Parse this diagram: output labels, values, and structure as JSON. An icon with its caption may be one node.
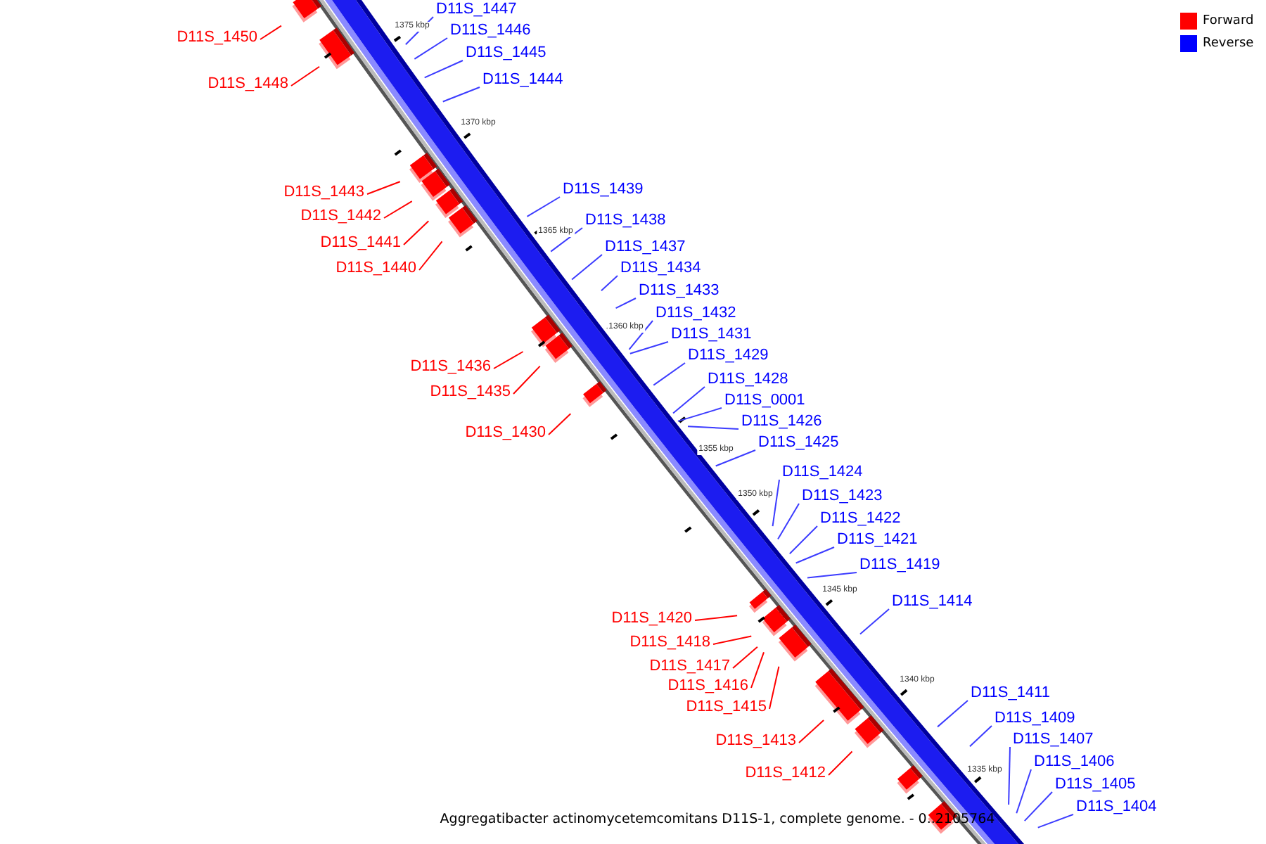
{
  "diagram": {
    "caption": "Aggregatibacter actinomycetemcomitans D11S-1, complete genome. - 0..2105764",
    "nodes": [
      {
        "text": [
          "D11S_1447"
        ]
      },
      {
        "text": [
          "D11S_1446"
        ]
      },
      {
        "text": [
          "D11S_1450"
        ]
      },
      {
        "text": [
          "D11S_1445"
        ]
      },
      {
        "text": [
          "D11S_1444"
        ]
      },
      {
        "text": [
          "D11S_1448"
        ]
      },
      {
        "text": [
          "D11S_1439"
        ]
      },
      {
        "text": [
          "D11S_1443"
        ]
      },
      {
        "text": [
          "D11S_1442"
        ]
      },
      {
        "text": [
          "D11S_1438"
        ]
      },
      {
        "text": [
          "D11S_1441"
        ]
      },
      {
        "text": [
          "D11S_1437"
        ]
      },
      {
        "text": [
          "D11S_1440"
        ]
      },
      {
        "text": [
          "D11S_1434"
        ]
      },
      {
        "text": [
          "D11S_1433"
        ]
      },
      {
        "text": [
          "D11S_1432"
        ]
      },
      {
        "text": [
          "D11S_1431"
        ]
      },
      {
        "text": [
          "D11S_1429"
        ]
      },
      {
        "text": [
          "D11S_1436"
        ]
      },
      {
        "text": [
          "D11S_1428"
        ]
      },
      {
        "text": [
          "D11S_1435"
        ]
      },
      {
        "text": [
          "D11S_0001"
        ]
      },
      {
        "text": [
          "D11S_1426"
        ]
      },
      {
        "text": [
          "D11S_1430"
        ]
      },
      {
        "text": [
          "D11S_1425"
        ]
      },
      {
        "text": [
          "D11S_1424"
        ]
      },
      {
        "text": [
          "D11S_1423"
        ]
      },
      {
        "text": [
          "D11S_1422"
        ]
      },
      {
        "text": [
          "D11S_1421"
        ]
      },
      {
        "text": [
          "D11S_1419"
        ]
      },
      {
        "text": [
          "D11S_1414"
        ]
      },
      {
        "text": [
          "D11S_1420"
        ]
      },
      {
        "text": [
          "D11S_1418"
        ]
      },
      {
        "text": [
          "D11S_1417"
        ]
      },
      {
        "text": [
          "D11S_1416"
        ]
      },
      {
        "text": [
          "D11S_1411"
        ]
      },
      {
        "text": [
          "D11S_1415"
        ]
      },
      {
        "text": [
          "D11S_1409"
        ]
      },
      {
        "text": [
          "D11S_1407"
        ]
      },
      {
        "text": [
          "D11S_1413"
        ]
      },
      {
        "text": [
          "D11S_1406"
        ]
      },
      {
        "text": [
          "D11S_1412"
        ]
      },
      {
        "text": [
          "D11S_1405"
        ]
      },
      {
        "text": [
          "D11S_1404"
        ]
      }
    ],
    "edges": [
      {
        "from": 0,
        "to": null,
        "arrow": "none"
      },
      {
        "from": 1,
        "to": null,
        "arrow": "none"
      },
      {
        "from": 2,
        "to": null,
        "arrow": "none",
        "color": "#ff0000"
      },
      {
        "from": 3,
        "to": null,
        "arrow": "none"
      },
      {
        "from": 4,
        "to": null,
        "arrow": "none"
      },
      {
        "from": 5,
        "to": null,
        "arrow": "none",
        "color": "#ff0000"
      },
      {
        "from": 6,
        "to": null,
        "arrow": "none"
      },
      {
        "from": 7,
        "to": null,
        "arrow": "none",
        "color": "#ff0000"
      },
      {
        "from": 8,
        "to": null,
        "arrow": "none",
        "color": "#ff0000"
      },
      {
        "from": 9,
        "to": null,
        "arrow": "none"
      },
      {
        "from": 10,
        "to": null,
        "arrow": "none",
        "color": "#ff0000"
      },
      {
        "from": 11,
        "to": null,
        "arrow": "none"
      },
      {
        "from": 12,
        "to": null,
        "arrow": "none",
        "color": "#ff0000"
      },
      {
        "from": 13,
        "to": null,
        "arrow": "none"
      },
      {
        "from": 14,
        "to": null,
        "arrow": "none"
      },
      {
        "from": 15,
        "to": null,
        "arrow": "none"
      },
      {
        "from": 16,
        "to": null,
        "arrow": "none"
      },
      {
        "from": 17,
        "to": null,
        "arrow": "none"
      },
      {
        "from": 18,
        "to": null,
        "arrow": "none",
        "color": "#ff0000"
      },
      {
        "from": 19,
        "to": null,
        "arrow": "none"
      },
      {
        "from": 20,
        "to": null,
        "arrow": "none",
        "color": "#ff0000"
      },
      {
        "from": 21,
        "to": null,
        "arrow": "none"
      },
      {
        "from": 22,
        "to": null,
        "arrow": "none"
      },
      {
        "from": 23,
        "to": null,
        "arrow": "none",
        "color": "#ff0000"
      },
      {
        "from": 24,
        "to": null,
        "arrow": "none"
      },
      {
        "from": 25,
        "to": null,
        "arrow": "none"
      },
      {
        "from": 26,
        "to": null,
        "arrow": "none"
      },
      {
        "from": 27,
        "to": null,
        "arrow": "none"
      },
      {
        "from": 28,
        "to": null,
        "arrow": "none"
      },
      {
        "from": 29,
        "to": null,
        "arrow": "none"
      },
      {
        "from": 30,
        "to": null,
        "arrow": "none"
      },
      {
        "from": 31,
        "to": null,
        "arrow": "none",
        "color": "#ff0000"
      },
      {
        "from": 32,
        "to": null,
        "arrow": "none",
        "color": "#ff0000"
      },
      {
        "from": 33,
        "to": null,
        "arrow": "none",
        "color": "#ff0000"
      },
      {
        "from": 34,
        "to": null,
        "arrow": "none",
        "color": "#ff0000"
      },
      {
        "from": 35,
        "to": null,
        "arrow": "none"
      },
      {
        "from": 36,
        "to": null,
        "arrow": "none",
        "color": "#ff0000"
      },
      {
        "from": 37,
        "to": null,
        "arrow": "none"
      },
      {
        "from": 38,
        "to": null,
        "arrow": "none"
      },
      {
        "from": 39,
        "to": null,
        "arrow": "none",
        "color": "#ff0000"
      },
      {
        "from": 40,
        "to": null,
        "arrow": "none"
      },
      {
        "from": 41,
        "to": null,
        "arrow": "none",
        "color": "#ff0000"
      },
      {
        "from": 42,
        "to": null,
        "arrow": "none"
      },
      {
        "from": 43,
        "to": null,
        "arrow": "none"
      }
    ],
    "labels": [
      "1375 kbp",
      "1370 kbp",
      "1365 kbp",
      "1360 kbp",
      "1355 kbp",
      "1350 kbp",
      "1345 kbp",
      "1340 kbp",
      "1335 kbp"
    ],
    "legend": [
      {
        "text": "Forward",
        "color": "#ff0000"
      },
      {
        "text": "Reverse",
        "color": "#0000ff"
      }
    ]
  }
}
